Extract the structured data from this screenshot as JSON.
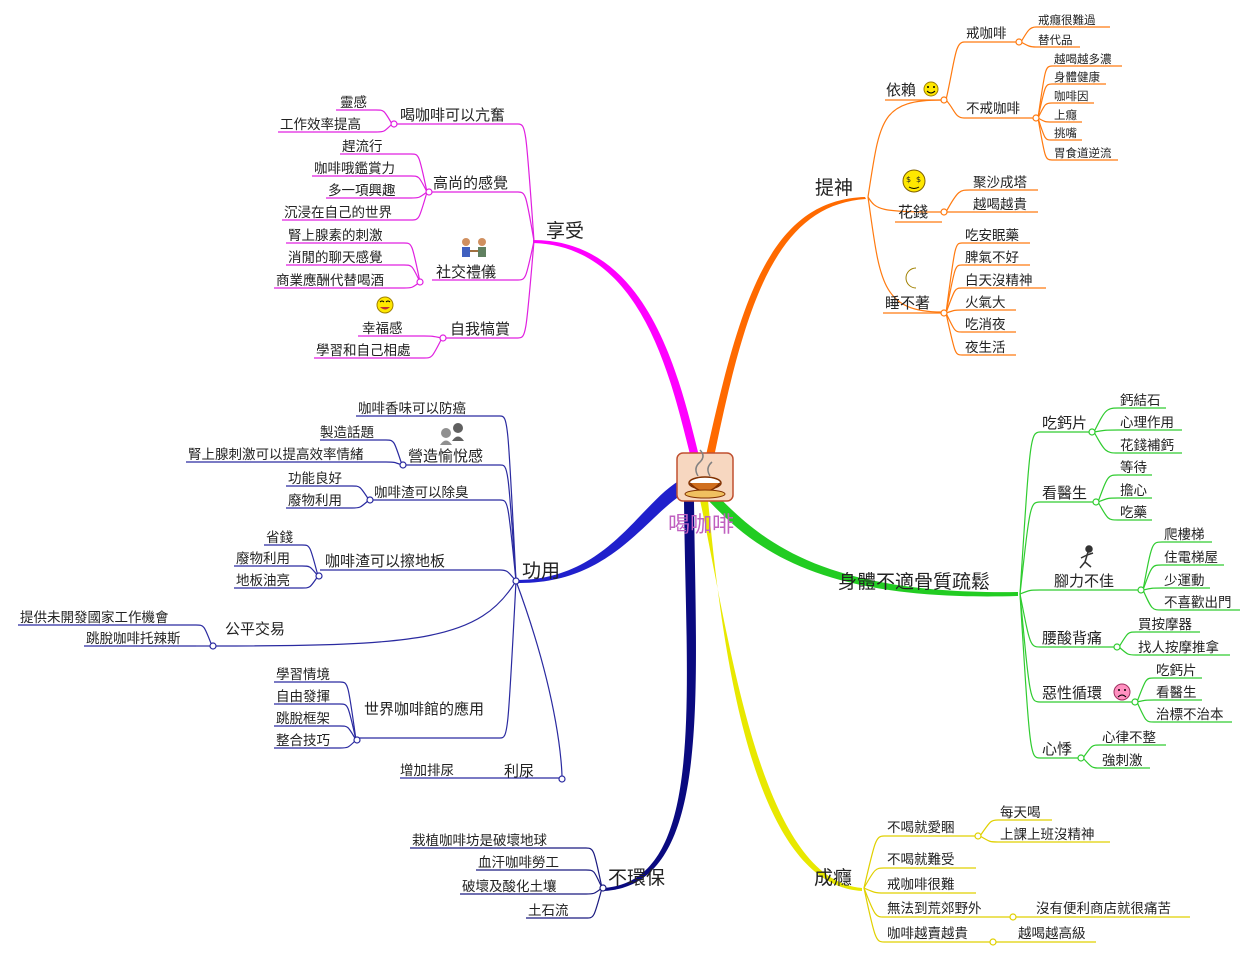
{
  "center": {
    "label": "喝咖啡",
    "icon": "coffee-cup-icon",
    "color": "#c060c0"
  },
  "branches": {
    "tishen": {
      "label": "提神",
      "color": "#ff6a00",
      "yilai": {
        "label": "依賴",
        "icon": "smiley-face-icon",
        "jie": {
          "label": "戒咖啡",
          "items": [
            "戒癮很難過",
            "替代品"
          ]
        },
        "bujie": {
          "label": "不戒咖啡",
          "items": [
            "越喝越多濃",
            "身體健康",
            "咖啡因",
            "上癮",
            "挑嘴",
            "胃食道逆流"
          ]
        }
      },
      "huaqian": {
        "label": "花錢",
        "icon": "money-face-icon",
        "items": [
          "聚沙成塔",
          "越喝越貴"
        ]
      },
      "shuibuzhao": {
        "label": "睡不著",
        "icon": "moon-icon",
        "items": [
          "吃安眠藥",
          "脾氣不好",
          "白天沒精神",
          "火氣大",
          "吃消夜",
          "夜生活"
        ]
      }
    },
    "shenti": {
      "label": "身體不適骨質疏鬆",
      "color": "#22cc22",
      "gaipian": {
        "label": "吃鈣片",
        "items": [
          "鈣結石",
          "心理作用",
          "花錢補鈣"
        ]
      },
      "kanyisheng": {
        "label": "看醫生",
        "items": [
          "等待",
          "擔心",
          "吃藥"
        ]
      },
      "jiaoli": {
        "label": "腳力不佳",
        "icon": "walking-person-icon",
        "items": [
          "爬樓梯",
          "住電梯屋",
          "少運動",
          "不喜歡出門"
        ]
      },
      "yaosuan": {
        "label": "腰酸背痛",
        "items": [
          "買按摩器",
          "找人按摩推拿"
        ]
      },
      "exing": {
        "label": "惡性循環",
        "icon": "sad-face-icon",
        "items": [
          "吃鈣片",
          "看醫生",
          "治標不治本"
        ]
      },
      "xinji": {
        "label": "心悸",
        "items": [
          "心律不整",
          "強刺激"
        ]
      }
    },
    "chengyin": {
      "label": "成癮",
      "color": "#e8e800",
      "items": [
        {
          "label": "不喝就愛睏",
          "children": [
            "每天喝",
            "上課上班沒精神"
          ]
        },
        {
          "label": "不喝就難受",
          "children": []
        },
        {
          "label": "戒咖啡很難",
          "children": []
        },
        {
          "label": "無法到荒郊野外",
          "children": [
            "沒有便利商店就很痛苦"
          ]
        },
        {
          "label": "咖啡越賣越貴",
          "children": [
            "越喝越高級"
          ]
        }
      ]
    },
    "buhuanbao": {
      "label": "不環保",
      "color": "#0a0a80",
      "items": [
        "栽植咖啡坊是破壞地球",
        "血汗咖啡勞工",
        "破壞及酸化土壤",
        "土石流"
      ]
    },
    "gongyong": {
      "label": "功用",
      "color": "#2a2aa0",
      "fangai": {
        "label": "咖啡香味可以防癌"
      },
      "yuyue": {
        "label": "營造愉悅感",
        "icon": "people-talking-icon",
        "items": [
          "製造話題",
          "腎上腺刺激可以提高效率情緒"
        ]
      },
      "chuchou": {
        "label": "咖啡渣可以除臭",
        "items": [
          "功能良好",
          "廢物利用"
        ]
      },
      "cadiban": {
        "label": "咖啡渣可以擦地板",
        "items": [
          "省錢",
          "廢物利用",
          "地板油亮"
        ]
      },
      "gongping": {
        "label": "公平交易",
        "items": [
          "提供未開發國家工作機會",
          "跳脫咖啡托辣斯"
        ]
      },
      "shijie": {
        "label": "世界咖啡館的應用",
        "items": [
          "學習情境",
          "自由發揮",
          "跳脫框架",
          "整合技巧"
        ]
      },
      "liniao": {
        "label": "利尿",
        "items": [
          "增加排尿"
        ]
      }
    },
    "xiangshou": {
      "label": "享受",
      "color": "#ff00ff",
      "kangfen": {
        "label": "喝咖啡可以亢奮",
        "items": [
          "靈感",
          "工作效率提高"
        ]
      },
      "gaoshang": {
        "label": "高尚的感覺",
        "items": [
          "趕流行",
          "咖啡哦鑑賞力",
          "多一項興趣",
          "沉浸在自己的世界"
        ]
      },
      "shejiao": {
        "label": "社交禮儀",
        "icon": "handshake-people-icon",
        "items": [
          "腎上腺素的刺激",
          "消閒的聊天感覺",
          "商業應酬代替喝酒"
        ]
      },
      "kaishang": {
        "label": "自我犒賞",
        "icon": "happy-face-icon",
        "items": [
          "幸福感",
          "學習和自己相處"
        ]
      }
    }
  }
}
